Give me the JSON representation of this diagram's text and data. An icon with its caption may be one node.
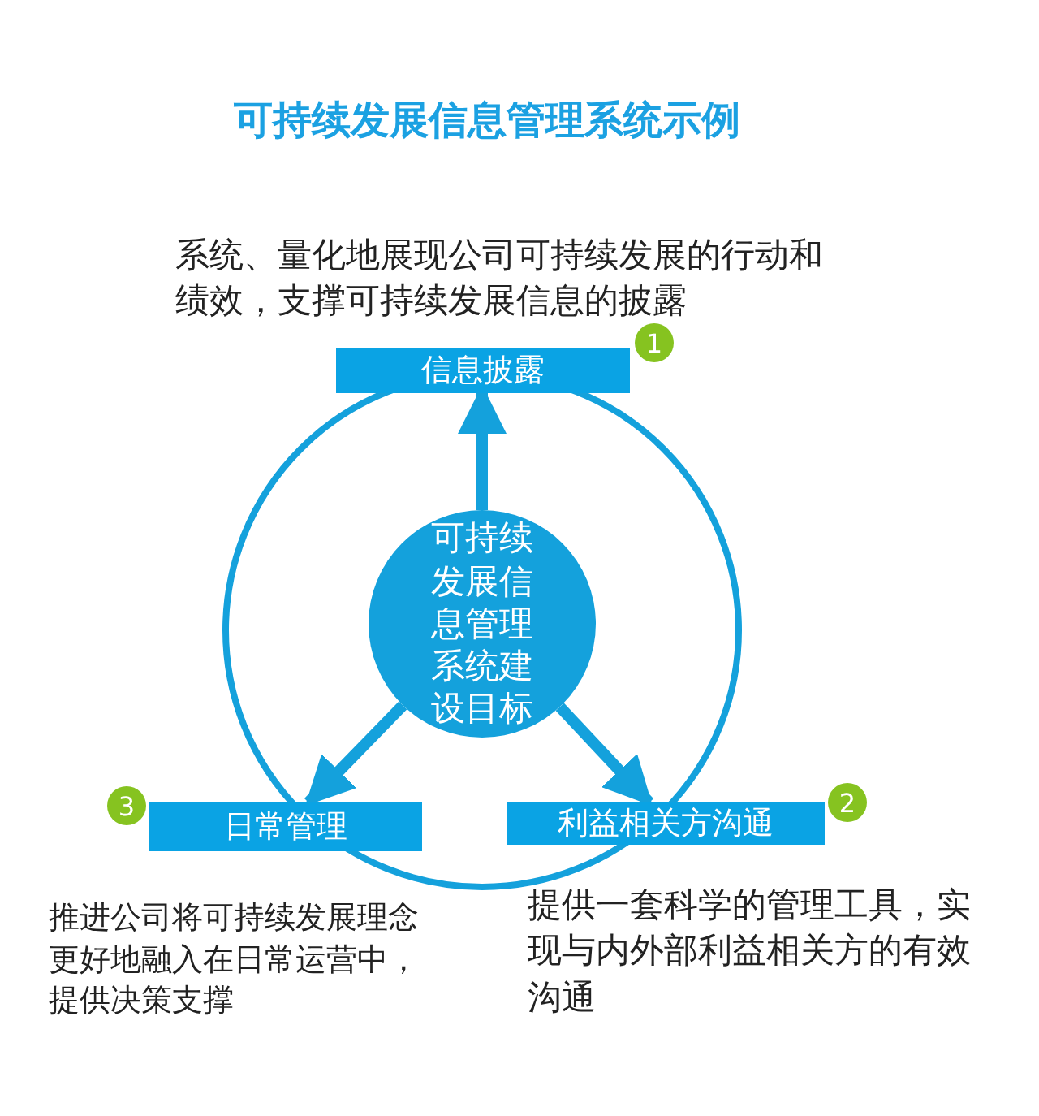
{
  "diagram": {
    "title": "可持续发展信息管理系统示例",
    "nodes": [
      {
        "text": [
          "信息披露"
        ],
        "beside": [
          "1"
        ]
      },
      {
        "text": [
          "可持续发展信息管理系统建设目标"
        ]
      },
      {
        "text": [
          "日常管理"
        ],
        "beside": [
          "3"
        ]
      },
      {
        "text": [
          "利益相关方沟通"
        ],
        "beside": [
          "2"
        ]
      }
    ],
    "edges": [
      {
        "from": 1,
        "to": 0,
        "arrow": "to"
      },
      {
        "from": 1,
        "to": 2,
        "arrow": "to"
      },
      {
        "from": 1,
        "to": 3,
        "arrow": "to"
      }
    ],
    "labels": [
      "系统、量化地展现公司可持续发展的行动和绩效，支撑可持续发展信息的披露",
      "推进公司将可持续发展理念更好地融入在日常运营中，提供决策支撑",
      "提供一套科学的管理工具，实现与内外部利益相关方的有效沟通"
    ]
  }
}
